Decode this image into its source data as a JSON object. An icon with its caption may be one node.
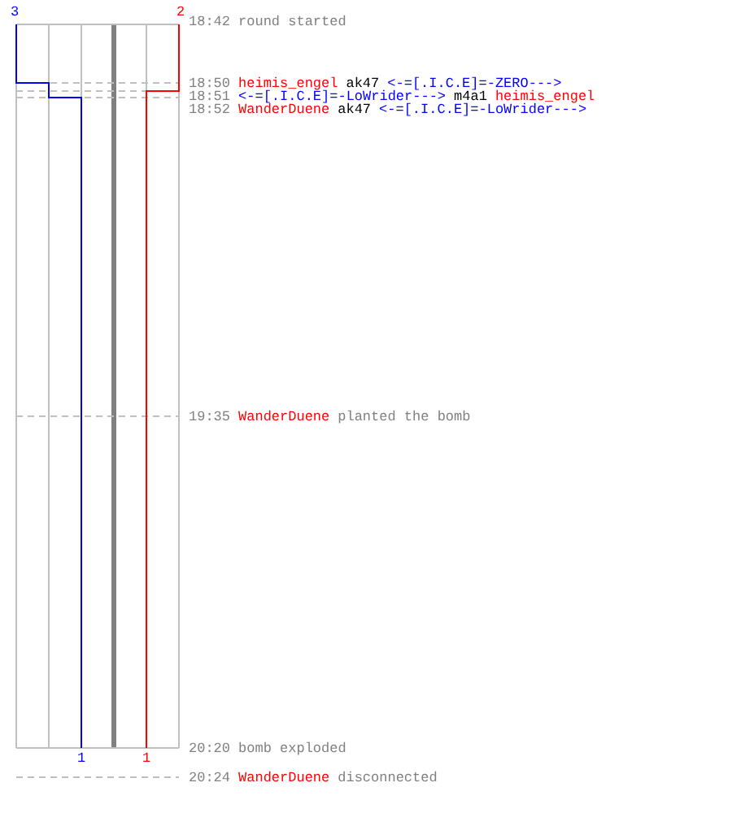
{
  "diagram": {
    "labels": [
      "3",
      "2",
      "18:42",
      "round started",
      "18:50",
      "heimis_engel",
      "ak47",
      "<-=[.I.C.E]=-ZERO--->",
      "18:51",
      "<-=[.I.C.E]=-LoWrider--->",
      "m4a1",
      "heimis_engel",
      "18:52",
      "WanderDuene",
      "ak47",
      "<-=[.I.C.E]=-LoWrider--->",
      "19:35",
      "WanderDuene",
      "planted the bomb",
      "20:20",
      "bomb exploded",
      "1",
      "1",
      "20:24",
      "WanderDuene",
      "disconnected"
    ]
  }
}
